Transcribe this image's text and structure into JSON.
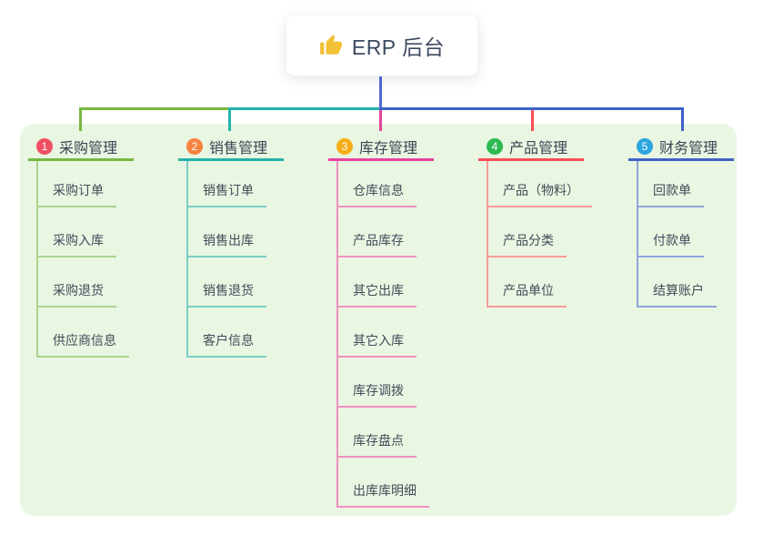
{
  "root": {
    "title": "ERP 后台",
    "icon": "thumbs-up-icon",
    "icon_color": "#f2c136",
    "line_color": "#5069d8"
  },
  "colors": {
    "panel_bg": "#e9f6e2",
    "card_bg": "#ffffff"
  },
  "branches": [
    {
      "index": "1",
      "label": "采购管理",
      "badge_color": "#ee4f63",
      "line_color": "#76b83f",
      "child_line_color": "#a8d48d",
      "children": [
        "采购订单",
        "采购入库",
        "采购退货",
        "供应商信息"
      ]
    },
    {
      "index": "2",
      "label": "销售管理",
      "badge_color": "#f6823f",
      "line_color": "#23b3a9",
      "child_line_color": "#79cec6",
      "children": [
        "销售订单",
        "销售出库",
        "销售退货",
        "客户信息"
      ]
    },
    {
      "index": "3",
      "label": "库存管理",
      "badge_color": "#f5ae17",
      "line_color": "#e8439d",
      "child_line_color": "#f090c2",
      "children": [
        "仓库信息",
        "产品库存",
        "其它出库",
        "其它入库",
        "库存调拨",
        "库存盘点",
        "出库库明细"
      ]
    },
    {
      "index": "4",
      "label": "产品管理",
      "badge_color": "#2eba52",
      "line_color": "#f84d55",
      "child_line_color": "#f99c96",
      "children": [
        "产品（物料）",
        "产品分类",
        "产品单位"
      ]
    },
    {
      "index": "5",
      "label": "财务管理",
      "badge_color": "#2ba6df",
      "line_color": "#3e63c8",
      "child_line_color": "#90a6dd",
      "children": [
        "回款单",
        "付款单",
        "结算账户"
      ]
    }
  ]
}
